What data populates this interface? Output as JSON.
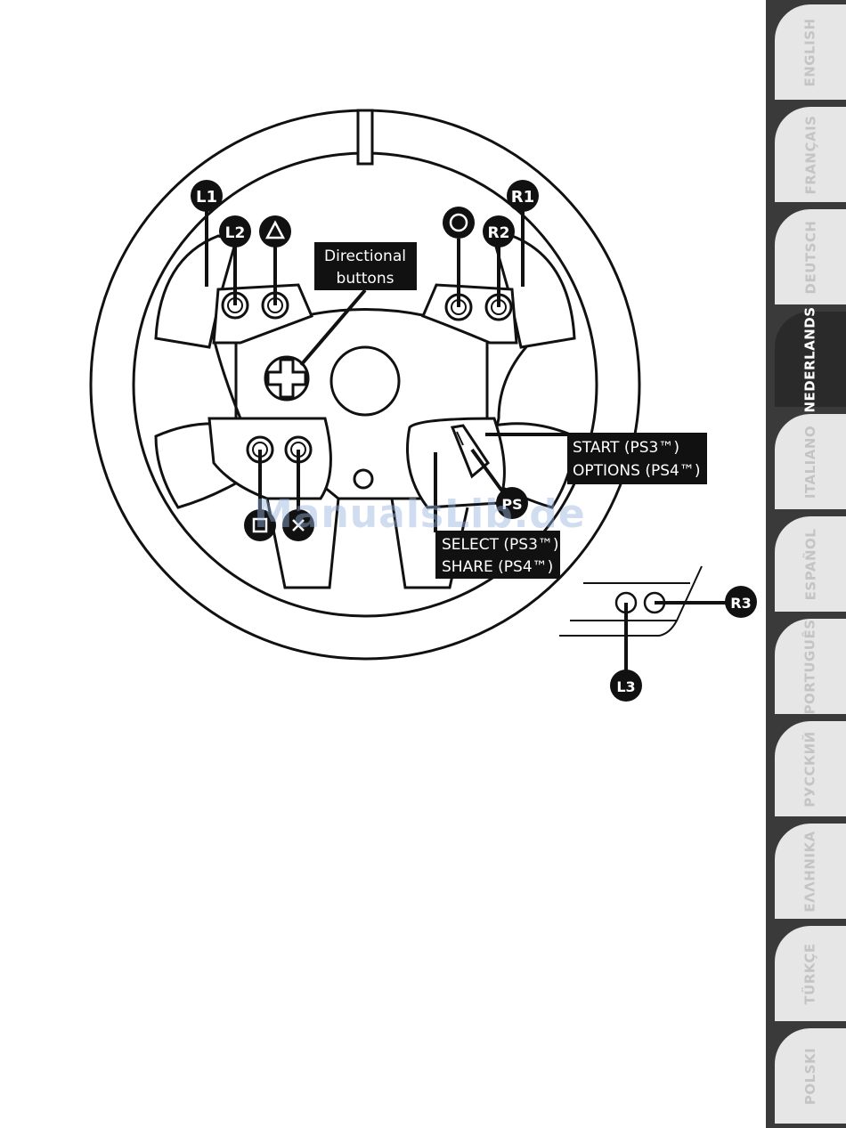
{
  "callouts": {
    "l1": "L1",
    "l2": "L2",
    "r1": "R1",
    "r2": "R2",
    "ps": "PS",
    "r3": "R3",
    "l3": "L3"
  },
  "labels": {
    "directional_line1": "Directional",
    "directional_line2": "buttons",
    "start_line1": "START (PS3™)",
    "start_line2": "OPTIONS (PS4™)",
    "select_line1": "SELECT (PS3™)",
    "select_line2": "SHARE (PS4™)"
  },
  "language_tabs": [
    {
      "label": "ENGLISH",
      "active": false
    },
    {
      "label": "FRANÇAIS",
      "active": false
    },
    {
      "label": "DEUTSCH",
      "active": false
    },
    {
      "label": "NEDERLANDS",
      "active": true
    },
    {
      "label": "ITALIANO",
      "active": false
    },
    {
      "label": "ESPAÑOL",
      "active": false
    },
    {
      "label": "PORTUGUÊS",
      "active": false
    },
    {
      "label": "РУССКИЙ",
      "active": false
    },
    {
      "label": "ΕΛΛΗΝΙΚΑ",
      "active": false
    },
    {
      "label": "TÜRKÇE",
      "active": false
    },
    {
      "label": "POLSKI",
      "active": false
    }
  ],
  "watermark": "ManualsLib.de"
}
